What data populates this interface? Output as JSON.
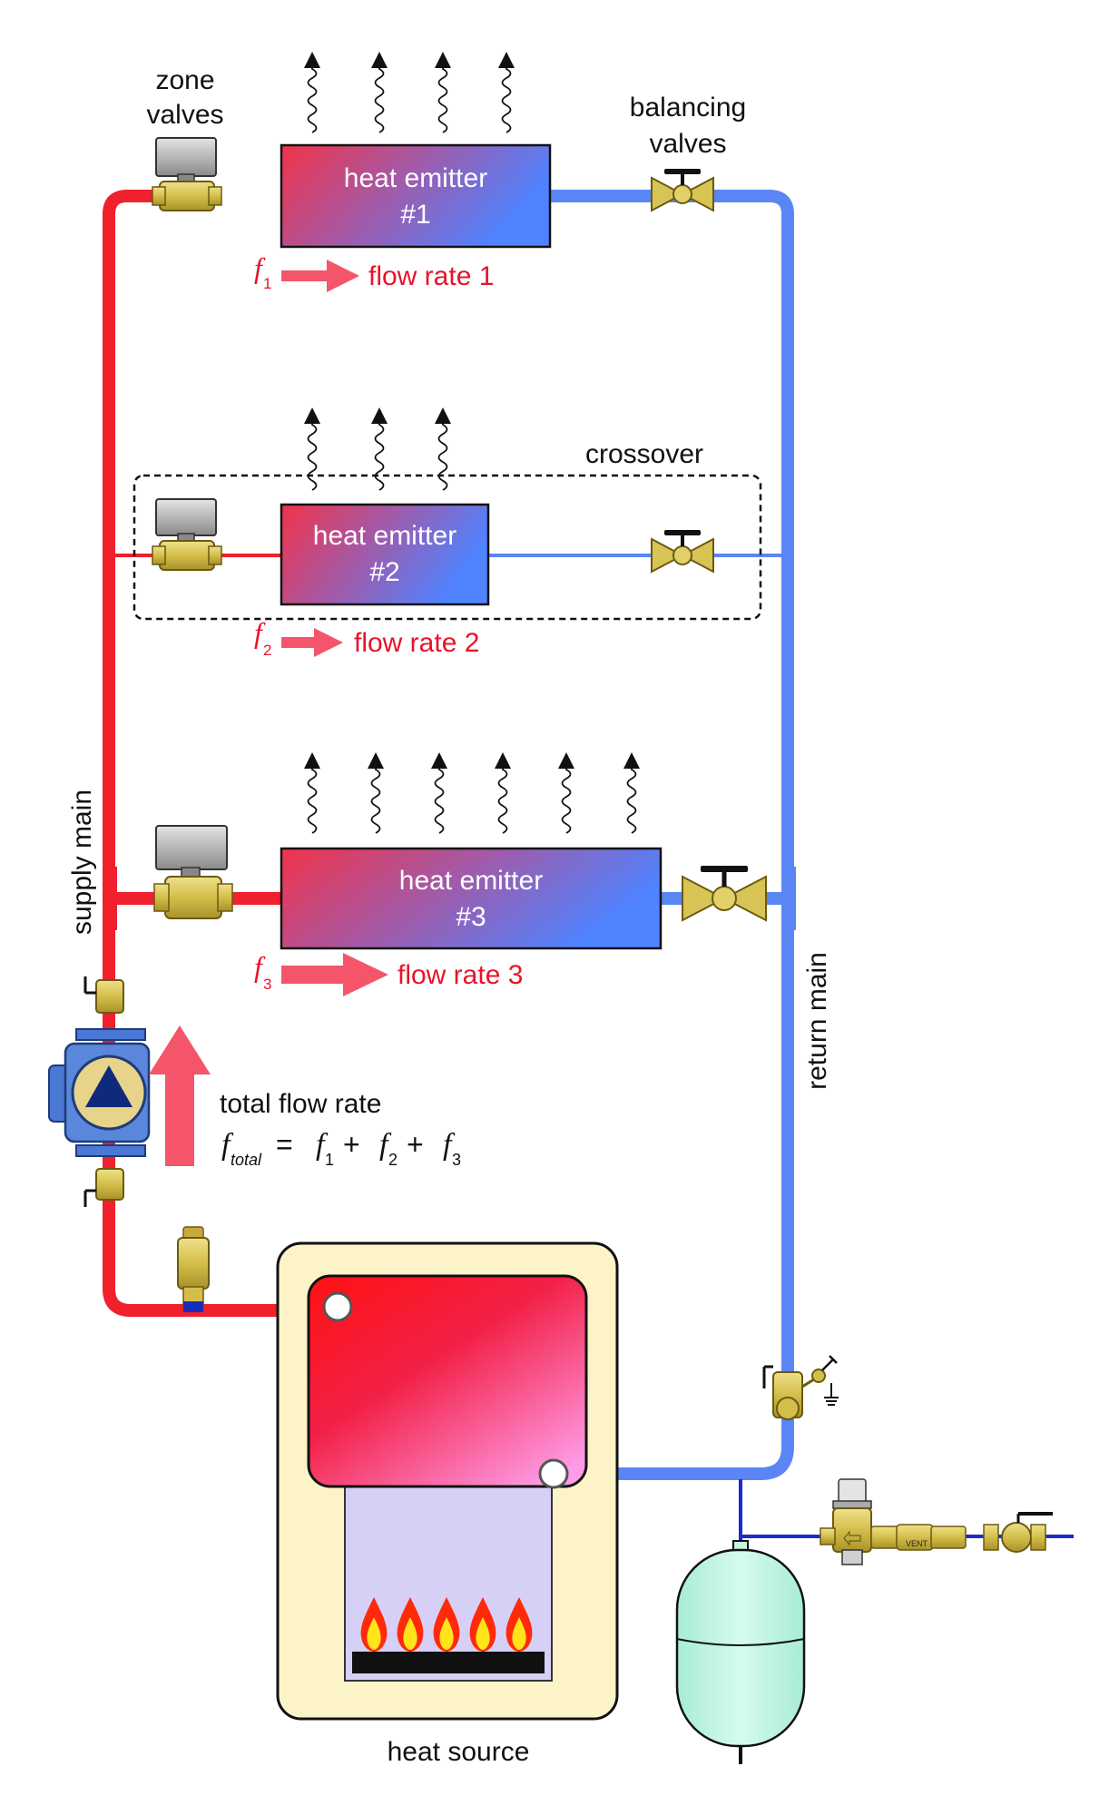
{
  "labels": {
    "zone_valves_1": "zone",
    "zone_valves_2": "valves",
    "balancing_valves_1": "balancing",
    "balancing_valves_2": "valves",
    "crossover": "crossover",
    "supply_main": "supply main",
    "return_main": "return main",
    "heat_source": "heat source",
    "total_flow_rate": "total flow rate"
  },
  "emitters": [
    {
      "line1": "heat emitter",
      "line2": "#1",
      "flow_label": "flow rate 1",
      "flow_var": "f",
      "flow_sub": "1"
    },
    {
      "line1": "heat emitter",
      "line2": "#2",
      "flow_label": "flow rate 2",
      "flow_var": "f",
      "flow_sub": "2"
    },
    {
      "line1": "heat emitter",
      "line2": "#3",
      "flow_label": "flow rate 3",
      "flow_var": "f",
      "flow_sub": "3"
    }
  ],
  "equation": {
    "lhs_var": "f",
    "lhs_sub": "total",
    "equals": "=",
    "plus": "+",
    "t1_var": "f",
    "t1_sub": "1",
    "t2_var": "f",
    "t2_sub": "2",
    "t3_var": "f",
    "t3_sub": "3"
  },
  "fitting_text": {
    "vent": "VENT"
  },
  "colors": {
    "supply": "#f0202c",
    "return": "#5a86f5",
    "flow_arrow": "#f4556a",
    "brass": "#d8c455",
    "pump_blue": "#4a78d4",
    "boiler_housing": "#fcf4c8",
    "expansion_tank": "#c4f6e2"
  }
}
